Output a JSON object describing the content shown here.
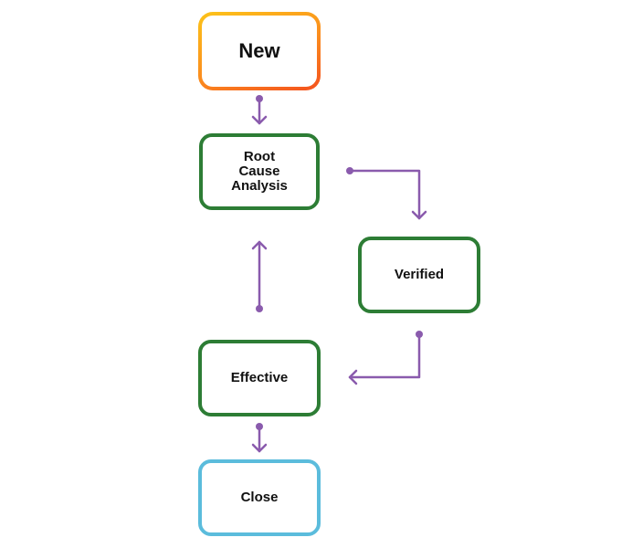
{
  "nodes": {
    "new": "New",
    "root_cause": "Root\nCause\nAnalysis",
    "verified": "Verified",
    "effective": "Effective",
    "close": "Close"
  },
  "colors": {
    "green_border": "#2d7d35",
    "blue_border": "#5bbcdc",
    "arrow": "#8a5bad",
    "new_gradient": [
      "#fcc419",
      "#fb8c1e",
      "#f4511e"
    ]
  }
}
